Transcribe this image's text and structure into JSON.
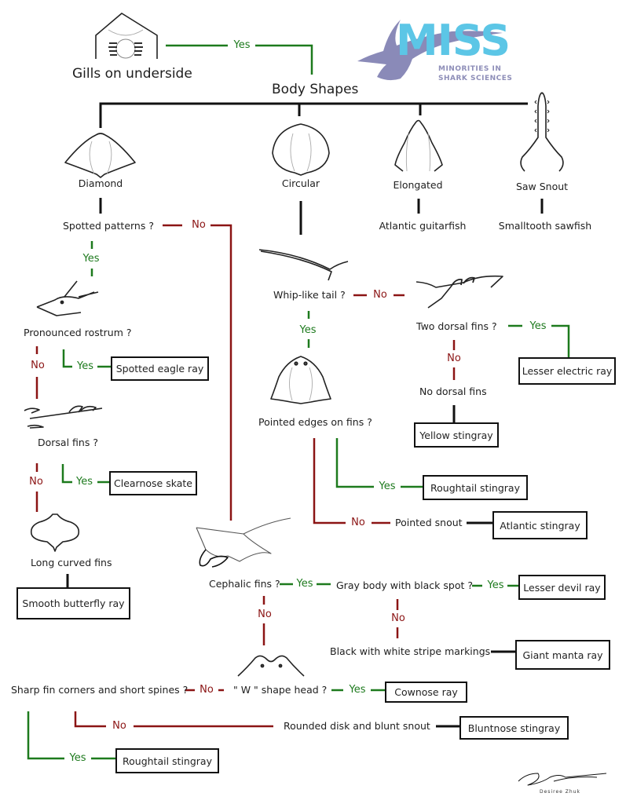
{
  "title": "Body Shapes",
  "intro": {
    "question": "Gills on underside",
    "yes_label": "Yes"
  },
  "logo": {
    "wordmark": "MISS",
    "subtitle_line1": "MINORITIES IN",
    "subtitle_line2": "SHARK SCIENCES",
    "colors": {
      "wordmark": "#5cc6e6",
      "shark": "#8a8ab8"
    }
  },
  "colors": {
    "yes": "#1d7a1d",
    "no": "#8b1414",
    "neutral": "#111111"
  },
  "body_shapes": [
    {
      "label": "Diamond",
      "icon": "diamond-ray-icon"
    },
    {
      "label": "Circular",
      "icon": "circular-ray-icon"
    },
    {
      "label": "Elongated",
      "icon": "guitarfish-icon",
      "result": "Atlantic guitarfish"
    },
    {
      "label": "Saw Snout",
      "icon": "sawfish-icon",
      "result": "Smalltooth sawfish"
    }
  ],
  "diamond_branch": {
    "q_spotted": "Spotted patterns ?",
    "q_rostrum": "Pronounced rostrum ?",
    "r_spotted_eagle": "Spotted eagle ray",
    "q_dorsal": "Dorsal fins ?",
    "r_clearnose": "Clearnose skate",
    "q_long_curved": "Long curved fins",
    "r_butterfly": "Smooth butterfly ray",
    "q_cephalic": "Cephalic fins ?",
    "q_gray_body": "Gray body with black spot ?",
    "r_lesser_devil": "Lesser devil ray",
    "q_black_white": "Black with white stripe markings",
    "r_giant_manta": "Giant manta ray",
    "q_w_head": "\" W \" shape head ?",
    "r_cownose": "Cownose ray",
    "q_sharp_fin": "Sharp fin corners and short spines ?",
    "q_rounded": "Rounded disk and blunt snout",
    "r_bluntnose": "Bluntnose stingray",
    "r_roughtail_2": "Roughtail stingray"
  },
  "circular_branch": {
    "q_whip": "Whip-like tail ?",
    "q_two_dorsal": "Two dorsal fins ?",
    "r_lesser_electric": "Lesser electric ray",
    "q_no_dorsal": "No dorsal fins",
    "r_yellow": "Yellow stingray",
    "q_pointed_edges": "Pointed edges on fins ?",
    "r_roughtail_1": "Roughtail stingray",
    "q_pointed_snout": "Pointed snout",
    "r_atlantic_stingray": "Atlantic stingray"
  },
  "labels": {
    "yes": "Yes",
    "no": "No"
  },
  "signature": {
    "name": "Desiree Zhuk"
  }
}
